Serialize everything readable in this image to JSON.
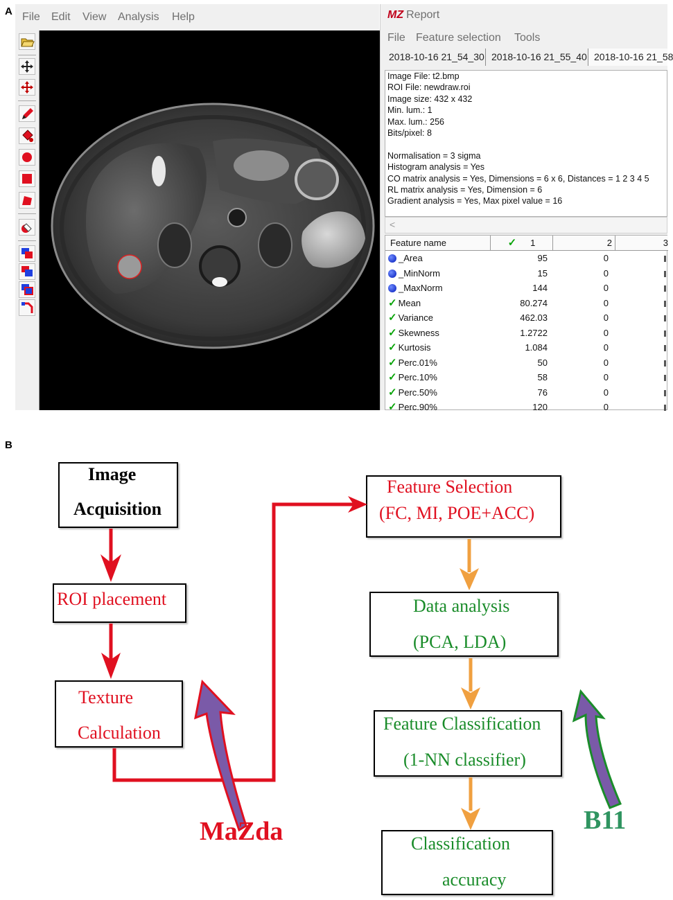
{
  "panel_labels": {
    "a": "A",
    "b": "B"
  },
  "main_window": {
    "menu": [
      "File",
      "Edit",
      "View",
      "Analysis",
      "Help"
    ],
    "tools": [
      "open-icon",
      "move-icon",
      "pan-icon",
      "pencil-icon",
      "fill-icon",
      "circle-icon",
      "square-icon",
      "polygon-icon",
      "erase-roi-icon",
      "roi-1-icon",
      "roi-2-icon",
      "roi-3-icon",
      "roi-4-icon"
    ]
  },
  "report": {
    "title": "Report",
    "logo": "MZ",
    "menu": [
      "File",
      "Feature selection",
      "Tools"
    ],
    "tabs": [
      "2018-10-16 21_54_30",
      "2018-10-16 21_55_40",
      "2018-10-16 21_58"
    ],
    "info_lines": [
      "Image File: t2.bmp",
      "ROI File: newdraw.roi",
      "Image size: 432 x 432",
      "Min. lum.: 1",
      "Max. lum.: 256",
      "Bits/pixel: 8",
      "",
      "Normalisation = 3 sigma",
      "Histogram analysis = Yes",
      "CO matrix analysis = Yes, Dimensions = 6 x 6, Distances = 1 2 3 4 5",
      "RL matrix analysis = Yes, Dimension = 6",
      "Gradient analysis = Yes, Max pixel value = 16"
    ],
    "scroll_glyph": "<",
    "table": {
      "headers": [
        "Feature name",
        "1",
        "2",
        "3"
      ],
      "rows": [
        {
          "icon": "dot",
          "name": "_Area",
          "v1": "95",
          "v2": "0"
        },
        {
          "icon": "dot",
          "name": "_MinNorm",
          "v1": "15",
          "v2": "0"
        },
        {
          "icon": "dot",
          "name": "_MaxNorm",
          "v1": "144",
          "v2": "0"
        },
        {
          "icon": "check",
          "name": "Mean",
          "v1": "80.274",
          "v2": "0"
        },
        {
          "icon": "check",
          "name": "Variance",
          "v1": "462.03",
          "v2": "0"
        },
        {
          "icon": "check",
          "name": "Skewness",
          "v1": "1.2722",
          "v2": "0"
        },
        {
          "icon": "check",
          "name": "Kurtosis",
          "v1": "1.084",
          "v2": "0"
        },
        {
          "icon": "check",
          "name": "Perc.01%",
          "v1": "50",
          "v2": "0"
        },
        {
          "icon": "check",
          "name": "Perc.10%",
          "v1": "58",
          "v2": "0"
        },
        {
          "icon": "check",
          "name": "Perc.50%",
          "v1": "76",
          "v2": "0"
        },
        {
          "icon": "check",
          "name": "Perc.90%",
          "v1": "120",
          "v2": "0"
        }
      ]
    }
  },
  "flowchart": {
    "image_acquisition": [
      "Image",
      "Acquisition"
    ],
    "roi_placement": "ROI placement",
    "texture_calculation": [
      "Texture",
      "Calculation"
    ],
    "feature_selection": [
      "Feature Selection",
      "(FC, MI, POE+ACC)"
    ],
    "data_analysis": [
      "Data analysis",
      "(PCA, LDA)"
    ],
    "feature_classification": [
      "Feature Classification",
      "(1-NN classifier)"
    ],
    "classification_accuracy": [
      "Classification",
      "accuracy"
    ],
    "mazda_label": "MaZda",
    "b11_label": "B11",
    "colors": {
      "red": "#e01020",
      "green": "#1a8c2a",
      "orange": "#f0a040",
      "purple": "#7a5aa8"
    }
  }
}
